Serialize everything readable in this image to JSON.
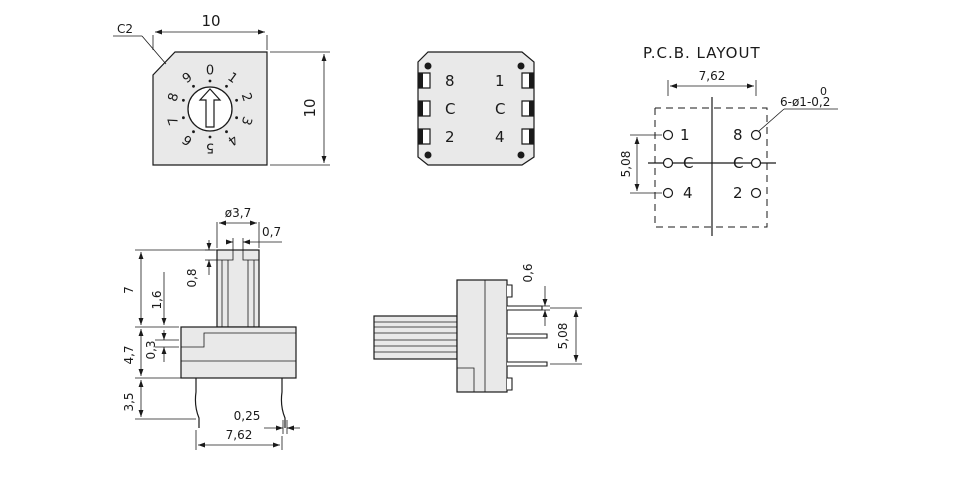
{
  "title": "P.C.B. LAYOUT",
  "top_view": {
    "chamfer": "C2",
    "width": "10",
    "height": "10",
    "dial_digits": [
      "0",
      "1",
      "2",
      "3",
      "4",
      "5",
      "6",
      "7",
      "8",
      "9"
    ]
  },
  "bottom_view": {
    "pins_left": [
      "8",
      "C",
      "2"
    ],
    "pins_right": [
      "1",
      "C",
      "4"
    ]
  },
  "pcb_layout": {
    "pitch_x": "7,62",
    "pitch_y": "5,08",
    "hole_tol": "0",
    "hole_spec": "6-ø1-0,2",
    "labels": {
      "p1": "1",
      "p8": "8",
      "p4": "4",
      "p2": "2",
      "cl": "C",
      "cr": "C"
    }
  },
  "side_view": {
    "shaft_dia": "ø3,7",
    "slot": "0,7",
    "slot_depth": "0,8",
    "shaft_height": "7",
    "shaft_step": "1,6",
    "body_height": "4,7",
    "step": "0,3",
    "pin_length": "3,5",
    "pin_thickness": "0,25",
    "pin_pitch": "7,62"
  },
  "front_view": {
    "pin_width": "0,6",
    "pin_pitch": "5,08"
  }
}
